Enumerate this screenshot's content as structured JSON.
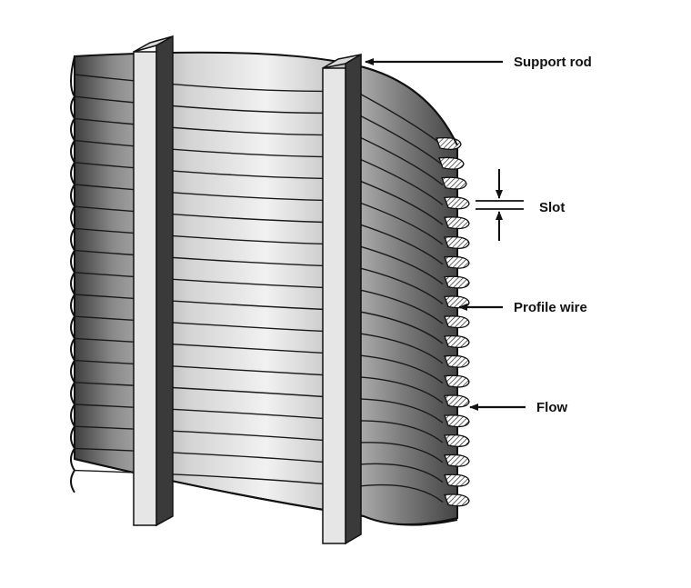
{
  "labels": {
    "support_rod": "Support rod",
    "slot": "Slot",
    "profile_wire": "Profile wire",
    "flow": "Flow"
  },
  "wire_count": 19,
  "colors": {
    "ink": "#111111",
    "background": "#ffffff",
    "rod_dark": "#3a3a3a"
  }
}
